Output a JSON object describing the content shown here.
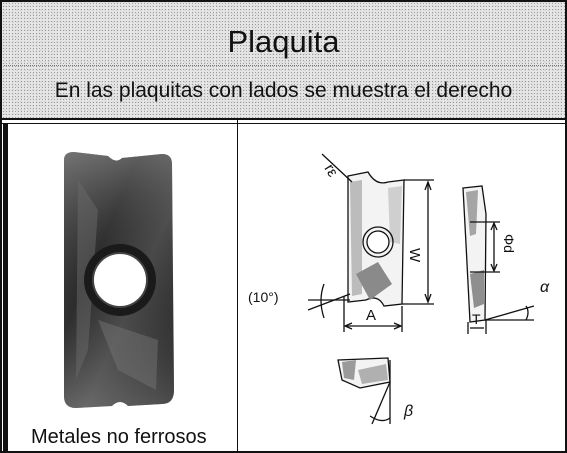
{
  "header": {
    "title": "Plaquita",
    "subtitle": "En las plaquitas con lados se muestra el derecho"
  },
  "photo_panel": {
    "caption": "Metales no ferrosos"
  },
  "drawing_labels": {
    "corner_radius": "rε",
    "width": "W",
    "length": "A",
    "angle_ref": "(10°)",
    "hole_diameter": "Φd",
    "thickness": "T",
    "clearance_angle": "α",
    "rake_angle": "β"
  }
}
